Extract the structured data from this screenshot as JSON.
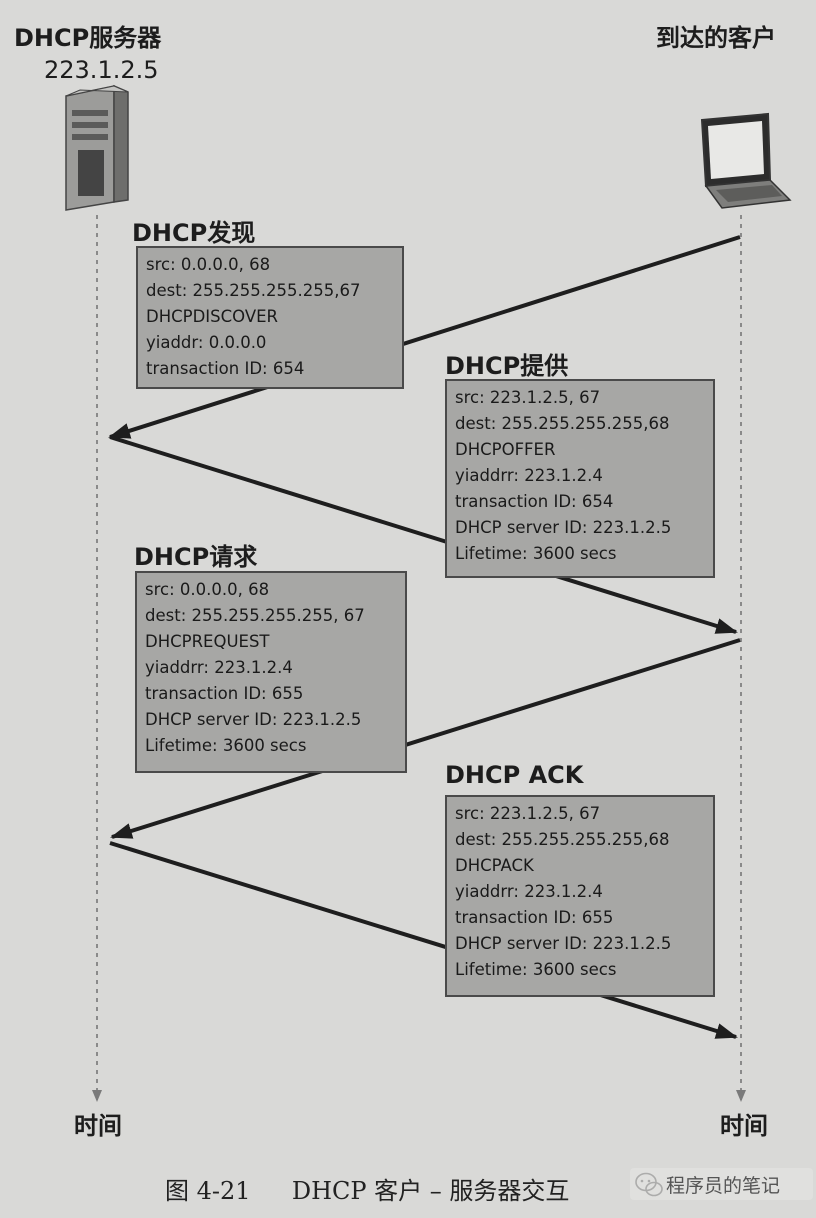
{
  "server": {
    "title": "DHCP服务器",
    "ip": "223.1.2.5"
  },
  "client": {
    "title": "到达的客户"
  },
  "messages": [
    {
      "title": "DHCP发现",
      "lines": [
        "src: 0.0.0.0, 68",
        "dest: 255.255.255.255,67",
        "DHCPDISCOVER",
        "yiaddr: 0.0.0.0",
        "transaction ID: 654"
      ]
    },
    {
      "title": "DHCP提供",
      "lines": [
        "src: 223.1.2.5, 67",
        "dest: 255.255.255.255,68",
        "DHCPOFFER",
        "yiaddrr: 223.1.2.4",
        "transaction ID: 654",
        "DHCP server ID: 223.1.2.5",
        "Lifetime: 3600 secs"
      ]
    },
    {
      "title": "DHCP请求",
      "lines": [
        "src: 0.0.0.0, 68",
        "dest: 255.255.255.255, 67",
        "DHCPREQUEST",
        "yiaddrr: 223.1.2.4",
        "transaction ID: 655",
        "DHCP server ID: 223.1.2.5",
        "Lifetime: 3600 secs"
      ]
    },
    {
      "title": "DHCP ACK",
      "lines": [
        "src: 223.1.2.5, 67",
        "dest: 255.255.255.255,68",
        "DHCPACK",
        "yiaddrr: 223.1.2.4",
        "transaction ID: 655",
        "DHCP server ID: 223.1.2.5",
        "Lifetime: 3600 secs"
      ]
    }
  ],
  "time_labels": {
    "server": "时间",
    "client": "时间"
  },
  "caption": {
    "figure": "图 4-21",
    "text": "DHCP 客户 – 服务器交互"
  },
  "watermark": {
    "text": "程序员的笔记"
  },
  "colors": {
    "background": "#d9d9d7",
    "box_fill": "#a7a7a5",
    "box_border": "#4a4a4a",
    "arrow": "#1e1e1e",
    "lifeline": "#8a8a8a"
  },
  "icons": [
    "server-tower-icon",
    "laptop-icon",
    "wechat-logo-icon"
  ]
}
